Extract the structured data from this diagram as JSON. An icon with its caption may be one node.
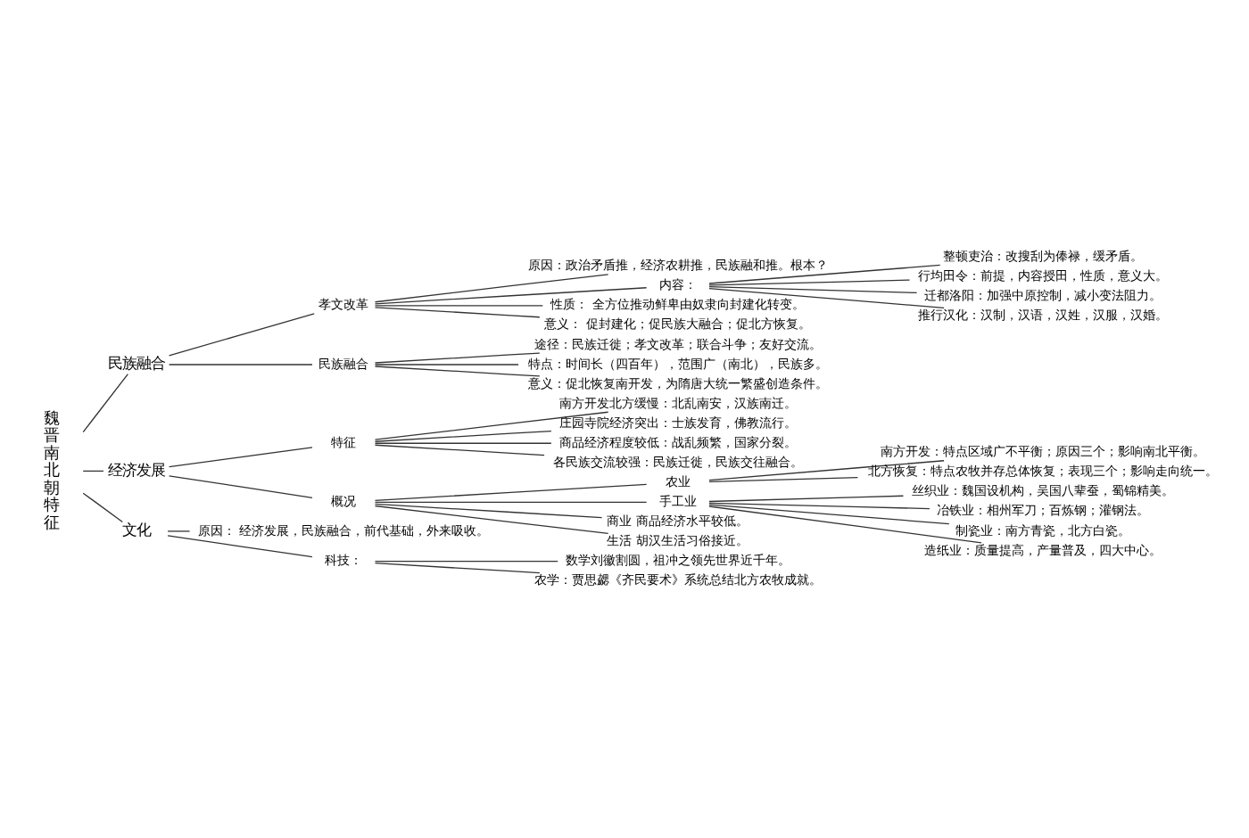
{
  "diagram": {
    "nodes": [
      {
        "text": [
          "魏晋南北朝特征"
        ]
      },
      {
        "text": [
          "民族融合"
        ]
      },
      {
        "text": [
          "孝文改革"
        ]
      },
      {
        "text": [
          "原因：政治矛盾推，经济农耕推，民族融和推。根本？"
        ]
      },
      {
        "text": [
          "内容："
        ]
      },
      {
        "text": [
          "整顿吏治：改搜刮为俸禄，缓矛盾。"
        ]
      },
      {
        "text": [
          "行均田令：前提，内容授田，性质，意义大。"
        ]
      },
      {
        "text": [
          "迁都洛阳：加强中原控制，减小变法阻力。"
        ]
      },
      {
        "text": [
          "推行汉化：汉制，汉语，汉姓，汉服，汉婚。"
        ]
      },
      {
        "text": [
          "性质： 全方位推动鲜卑由奴隶向封建化转变。"
        ]
      },
      {
        "text": [
          "意义： 促封建化；促民族大融合；促北方恢复。"
        ]
      },
      {
        "text": [
          "民族融合"
        ]
      },
      {
        "text": [
          "途径：民族迁徙；孝文改革；联合斗争；友好交流。"
        ]
      },
      {
        "text": [
          "特点：时间长（四百年），范围广（南北），民族多。"
        ]
      },
      {
        "text": [
          "意义：促北恢复南开发，为隋唐大统一繁盛创造条件。"
        ]
      },
      {
        "text": [
          "经济发展"
        ]
      },
      {
        "text": [
          "特征"
        ]
      },
      {
        "text": [
          "南方开发北方缓慢：北乱南安，汉族南迁。"
        ]
      },
      {
        "text": [
          "庄园寺院经济突出：士族发育，佛教流行。"
        ]
      },
      {
        "text": [
          "商品经济程度较低：战乱频繁，国家分裂。"
        ]
      },
      {
        "text": [
          "各民族交流较强：民族迁徙，民族交往融合。"
        ]
      },
      {
        "text": [
          "概况"
        ]
      },
      {
        "text": [
          "农业"
        ]
      },
      {
        "text": [
          "南方开发：特点区域广不平衡；原因三个；影响南北平衡。"
        ]
      },
      {
        "text": [
          "北方恢复：特点农牧并存总体恢复；表现三个；影响走向统一。"
        ]
      },
      {
        "text": [
          "手工业"
        ]
      },
      {
        "text": [
          "丝织业：魏国设机构，吴国八辈蚕，蜀锦精美。"
        ]
      },
      {
        "text": [
          "冶铁业：相州军刀；百炼钢；灌钢法。"
        ]
      },
      {
        "text": [
          "制瓷业：南方青瓷，北方白瓷。"
        ]
      },
      {
        "text": [
          "造纸业：质量提高，产量普及，四大中心。"
        ]
      },
      {
        "text": [
          "商业 商品经济水平较低。"
        ]
      },
      {
        "text": [
          "生活 胡汉生活习俗接近。"
        ]
      },
      {
        "text": [
          "文化"
        ]
      },
      {
        "text": [
          "原因： 经济发展，民族融合，前代基础，外来吸收。"
        ]
      },
      {
        "text": [
          "科技："
        ]
      },
      {
        "text": [
          "数学刘徽割圆，祖冲之领先世界近千年。"
        ]
      },
      {
        "text": [
          "农学：贾思勰《齐民要术》系统总结北方农牧成就。"
        ]
      }
    ],
    "edges": [
      {
        "from": 0,
        "to": 1,
        "arrow": "none"
      },
      {
        "from": 1,
        "to": 2,
        "arrow": "none"
      },
      {
        "from": 2,
        "to": 3,
        "arrow": "none"
      },
      {
        "from": 2,
        "to": 4,
        "arrow": "none"
      },
      {
        "from": 4,
        "to": 5,
        "arrow": "none"
      },
      {
        "from": 4,
        "to": 6,
        "arrow": "none"
      },
      {
        "from": 4,
        "to": 7,
        "arrow": "none"
      },
      {
        "from": 4,
        "to": 8,
        "arrow": "none"
      },
      {
        "from": 2,
        "to": 9,
        "arrow": "none"
      },
      {
        "from": 2,
        "to": 10,
        "arrow": "none"
      },
      {
        "from": 1,
        "to": 11,
        "arrow": "none"
      },
      {
        "from": 11,
        "to": 12,
        "arrow": "none"
      },
      {
        "from": 11,
        "to": 13,
        "arrow": "none"
      },
      {
        "from": 11,
        "to": 14,
        "arrow": "none"
      },
      {
        "from": 0,
        "to": 15,
        "arrow": "none"
      },
      {
        "from": 15,
        "to": 16,
        "arrow": "none"
      },
      {
        "from": 16,
        "to": 17,
        "arrow": "none"
      },
      {
        "from": 16,
        "to": 18,
        "arrow": "none"
      },
      {
        "from": 16,
        "to": 19,
        "arrow": "none"
      },
      {
        "from": 16,
        "to": 20,
        "arrow": "none"
      },
      {
        "from": 15,
        "to": 21,
        "arrow": "none"
      },
      {
        "from": 21,
        "to": 22,
        "arrow": "none"
      },
      {
        "from": 22,
        "to": 23,
        "arrow": "none"
      },
      {
        "from": 22,
        "to": 24,
        "arrow": "none"
      },
      {
        "from": 21,
        "to": 25,
        "arrow": "none"
      },
      {
        "from": 25,
        "to": 26,
        "arrow": "none"
      },
      {
        "from": 25,
        "to": 27,
        "arrow": "none"
      },
      {
        "from": 25,
        "to": 28,
        "arrow": "none"
      },
      {
        "from": 25,
        "to": 29,
        "arrow": "none"
      },
      {
        "from": 21,
        "to": 30,
        "arrow": "none"
      },
      {
        "from": 21,
        "to": 31,
        "arrow": "none"
      },
      {
        "from": 0,
        "to": 32,
        "arrow": "none"
      },
      {
        "from": 32,
        "to": 33,
        "arrow": "none"
      },
      {
        "from": 32,
        "to": 34,
        "arrow": "none"
      },
      {
        "from": 34,
        "to": 35,
        "arrow": "none"
      },
      {
        "from": 34,
        "to": 36,
        "arrow": "none"
      }
    ]
  }
}
